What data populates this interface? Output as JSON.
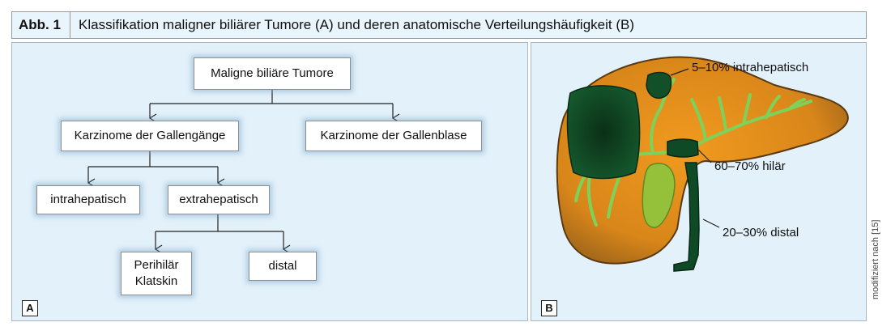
{
  "figure": {
    "number": "Abb. 1",
    "title": "Klassifikation maligner biliärer Tumore (A) und deren anatomische Verteilungshäufigkeit (B)",
    "credit": "modifiziert nach [15]"
  },
  "panel_a": {
    "tag": "A",
    "nodes": {
      "root": "Maligne biliäre Tumore",
      "gallengaenge": "Karzinome der Gallengänge",
      "gallenblase": "Karzinome der Gallenblase",
      "intrahepatisch": "intrahepatisch",
      "extrahepatisch": "extrahepatisch",
      "perihilaer": "Perihilär\nKlatskin",
      "distal": "distal"
    }
  },
  "panel_b": {
    "tag": "B",
    "labels": {
      "intrahepatisch": "5–10% intrahepatisch",
      "hilaer": "60–70% hilär",
      "distal": "20–30% distal"
    }
  },
  "colors": {
    "panel_background": "#e3f1fa",
    "liver": "#d58a1c",
    "bile_duct": "#7ed15a",
    "tumor": "#0f4a26",
    "gallbladder": "#95c13a"
  }
}
